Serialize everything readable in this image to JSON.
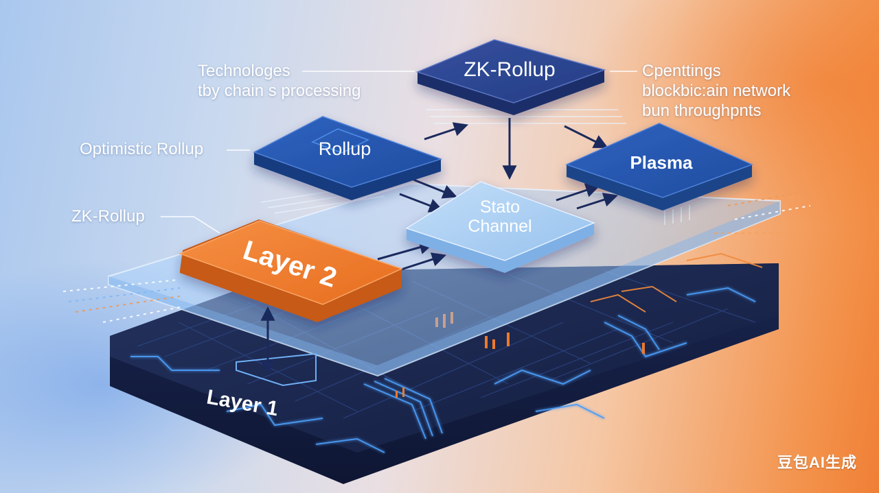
{
  "nodes": {
    "zk_rollup_top": "ZK-Rollup",
    "rollup": "Rollup",
    "plasma": "Plasma",
    "state_channel": [
      "Stato",
      "Channel"
    ],
    "layer2": "Layer 2",
    "layer1": "Layer 1"
  },
  "annotations": {
    "top_left": [
      "Technologes",
      "tby chain s processing"
    ],
    "top_right": [
      "Cpenttings",
      "blockbic:ain network",
      "bun throughpnts"
    ],
    "optimistic": "Optimistic Rollup",
    "zk_left": "ZK-Rollup"
  },
  "watermark": "豆包AI生成",
  "colors": {
    "layer1_base": "#1a2650",
    "circuit": "#3f8cf0",
    "glass_panel": "#9dc8f5",
    "layer2": "#ee7a2a",
    "rollup": "#2556b0",
    "zk_top": "#2d4796",
    "plasma": "#2a63b8",
    "state_channel": "#a7cdf2",
    "arrow": "#1b2a5c"
  }
}
